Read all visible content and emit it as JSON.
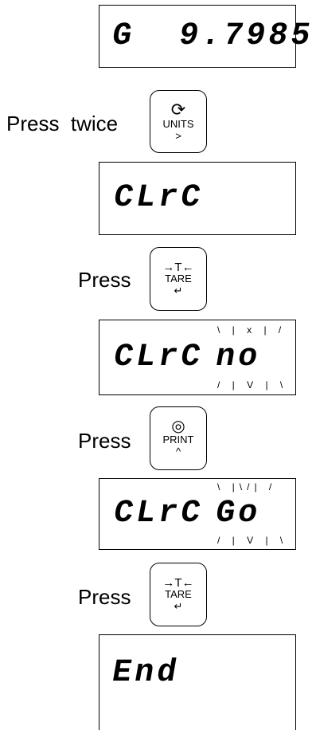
{
  "steps": [
    {
      "display": "G  9.7985"
    },
    {
      "instruction": "Press  twice",
      "key": {
        "glyph": "⟳",
        "label": "UNITS",
        "sub": ">"
      }
    },
    {
      "display": "CLrC"
    },
    {
      "instruction": "Press",
      "key": {
        "glyph": "→T←",
        "label": "TARE",
        "sub": "↵"
      }
    },
    {
      "display": "CLrC",
      "blink_value": "no",
      "rays_top": "\\ | x | /",
      "rays_bottom": "/ | V | \\"
    },
    {
      "instruction": "Press",
      "key": {
        "glyph": "◎",
        "label": "PRINT",
        "sub": "^"
      }
    },
    {
      "display": "CLrC",
      "blink_value": "Go",
      "rays_top": "\\ |\\/| /",
      "rays_bottom": "/ | V | \\"
    },
    {
      "instruction": "Press",
      "key": {
        "glyph": "→T←",
        "label": "TARE",
        "sub": "↵"
      }
    },
    {
      "display": "End"
    }
  ]
}
